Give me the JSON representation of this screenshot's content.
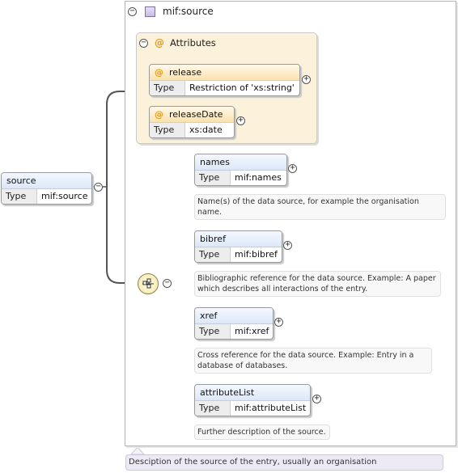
{
  "root": {
    "name": "source",
    "type_key": "Type",
    "type_value": "mif:source"
  },
  "container": {
    "title": "mif:source"
  },
  "attributes": {
    "label": "Attributes",
    "at_symbol": "@",
    "items": [
      {
        "name": "release",
        "type_key": "Type",
        "type_value": "Restriction of 'xs:string'"
      },
      {
        "name": "releaseDate",
        "type_key": "Type",
        "type_value": "xs:date"
      }
    ]
  },
  "elements": [
    {
      "name": "names",
      "type_key": "Type",
      "type_value": "mif:names",
      "doc": "Name(s) of the data source, for example the organisation name."
    },
    {
      "name": "bibref",
      "type_key": "Type",
      "type_value": "mif:bibref",
      "doc": "Bibliographic reference for the data source. Example: A paper which describes all interactions of the entry."
    },
    {
      "name": "xref",
      "type_key": "Type",
      "type_value": "mif:xref",
      "doc": "Cross reference for the data source. Example: Entry in a database of databases."
    },
    {
      "name": "attributeList",
      "type_key": "Type",
      "type_value": "mif:attributeList",
      "doc": "Further description of the source."
    }
  ],
  "footer_doc": "Desciption of the source of the entry, usually an organisation",
  "toggles": {
    "minus": "−",
    "plus": "+"
  },
  "colors": {
    "connector": "#555555",
    "attribute_bg": "#fcf1da",
    "element_header": "#dde7f8"
  }
}
